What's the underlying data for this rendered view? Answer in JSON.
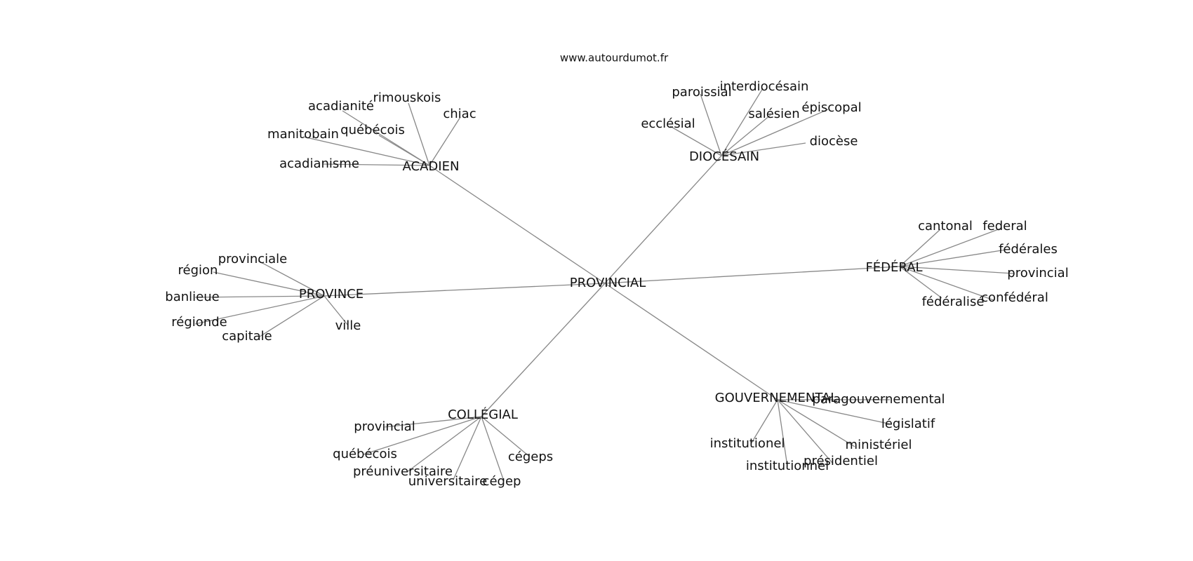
{
  "site": "www.autourdumot.fr",
  "center": "PROVINCIAL",
  "hubs": [
    {
      "id": "acadien",
      "label": "ACADIEN",
      "leaves": [
        "acadianité",
        "rimouskois",
        "chiac",
        "québécois",
        "manitobain",
        "acadianisme"
      ]
    },
    {
      "id": "diocesain",
      "label": "DIOCÉSAIN",
      "leaves": [
        "paroissial",
        "interdiocésain",
        "salésien",
        "épiscopal",
        "ecclésial",
        "diocèse"
      ]
    },
    {
      "id": "province",
      "label": "PROVINCE",
      "leaves": [
        "provinciale",
        "région",
        "banlieue",
        "régionde",
        "capitale",
        "ville"
      ]
    },
    {
      "id": "federal",
      "label": "FÉDÉRAL",
      "leaves": [
        "cantonal",
        "federal",
        "fédérales",
        "provincial",
        "confédéral",
        "fédéralisé"
      ]
    },
    {
      "id": "collegial",
      "label": "COLLÉGIAL",
      "leaves": [
        "provincial",
        "québécois",
        "préuniversitaire",
        "universitaire",
        "cégep",
        "cégeps"
      ]
    },
    {
      "id": "gouvernemental",
      "label": "GOUVERNEMENTAL",
      "leaves": [
        "paragouvernemental",
        "législatif",
        "ministériel",
        "présidentiel",
        "institutionnel",
        "institutionel"
      ]
    }
  ]
}
